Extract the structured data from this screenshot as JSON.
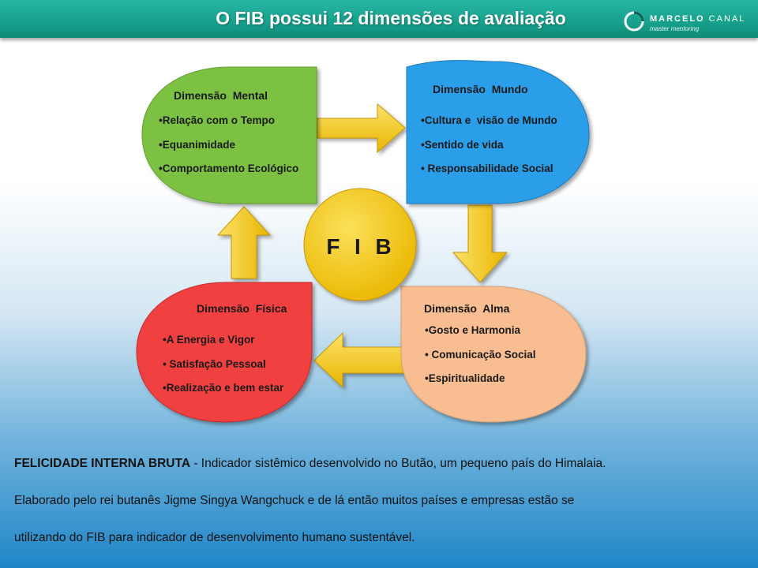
{
  "header": {
    "title": "O FIB possui 12 dimensões de avaliação",
    "brand_name_bold": "MARCELO",
    "brand_name_rest": "CANAL",
    "brand_tagline": "master mentoring"
  },
  "diagram": {
    "center_label": "F  I  B",
    "dimensions": [
      {
        "title": "Dimensão  Mental",
        "color": "#7cc143",
        "items": [
          "Relação com o Tempo",
          "Equanimidade",
          "Comportamento Ecológico"
        ]
      },
      {
        "title": "Dimensão  Mundo",
        "color": "#2b9ee9",
        "items": [
          "Cultura e  visão de Mundo",
          "Sentido de vida",
          " Responsabilidade Social"
        ]
      },
      {
        "title": "Dimensão  Alma",
        "color": "#f8bd91",
        "items": [
          "Gosto e Harmonia",
          " Comunicação Social",
          "Espiritualidade"
        ]
      },
      {
        "title": "Dimensão  Física",
        "color": "#f04141",
        "items": [
          "A Energia e Vigor",
          " Satisfação Pessoal",
          "Realização e bem estar"
        ]
      }
    ],
    "colors": {
      "arrow": "#f5c518",
      "center": "#f5c518"
    }
  },
  "footer": {
    "term": "FELICIDADE INTERNA BRUTA",
    "line1": " - Indicador sistêmico desenvolvido no Butão, um pequeno país do Himalaia.",
    "line2": "Elaborado pelo rei butanês Jigme Singya Wangchuck e de lá então muitos países e empresas estão se",
    "line3": "utilizando do FIB para indicador de desenvolvimento humano  sustentável."
  }
}
